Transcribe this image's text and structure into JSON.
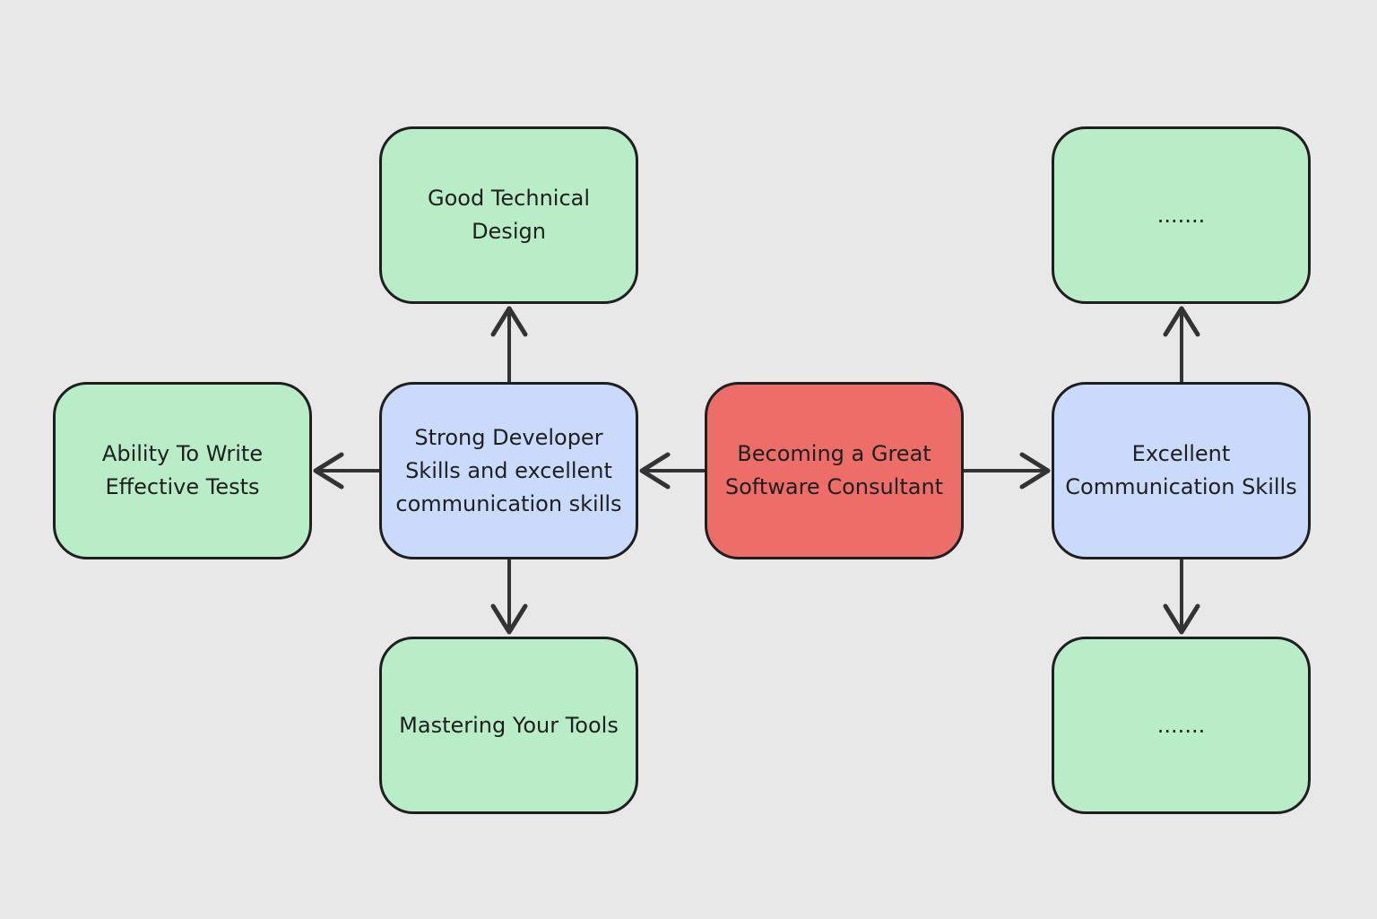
{
  "colors": {
    "background": "#e8e8e8",
    "root": "#ed6e69",
    "branch": "#cadafa",
    "leaf": "#b8edc8",
    "stroke": "#1f1f1f",
    "arrow": "#333333"
  },
  "nodes": {
    "root": {
      "text": "Becoming a Great\nSoftware Consultant"
    },
    "dev_skills": {
      "text": "Strong Developer\nSkills and excellent\ncommunication skills"
    },
    "comm_skills": {
      "text": "Excellent\nCommunication Skills"
    },
    "technical_design": {
      "text": "Good Technical\nDesign"
    },
    "effective_tests": {
      "text": "Ability To Write\nEffective Tests"
    },
    "mastering_tools": {
      "text": "Mastering Your Tools"
    },
    "comm_top": {
      "text": "......."
    },
    "comm_bottom": {
      "text": "......."
    }
  }
}
